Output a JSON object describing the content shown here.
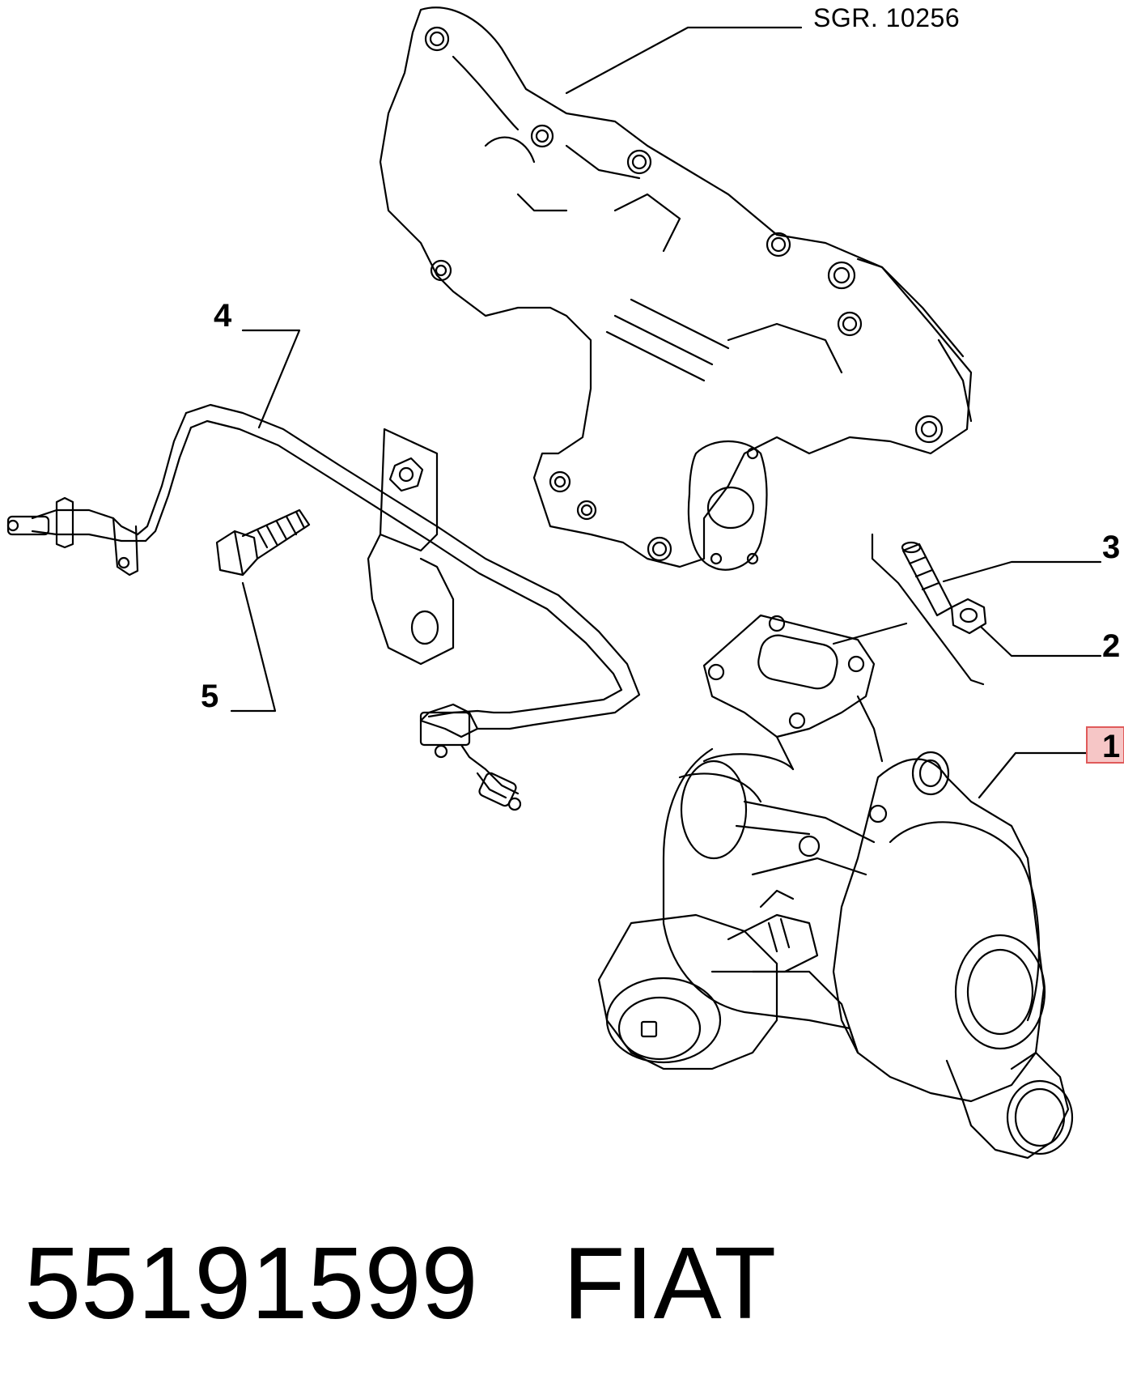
{
  "reference": {
    "text": "SGR. 10256"
  },
  "callouts": [
    {
      "id": "1",
      "label": "1",
      "highlighted": true
    },
    {
      "id": "2",
      "label": "2"
    },
    {
      "id": "3",
      "label": "3"
    },
    {
      "id": "4",
      "label": "4"
    },
    {
      "id": "5",
      "label": "5"
    }
  ],
  "footer": {
    "part_number": "55191599",
    "brand": "FIAT"
  },
  "colors": {
    "line": "#000000",
    "highlight_fill": "#f6c6c6",
    "highlight_border": "#e05a5a"
  }
}
